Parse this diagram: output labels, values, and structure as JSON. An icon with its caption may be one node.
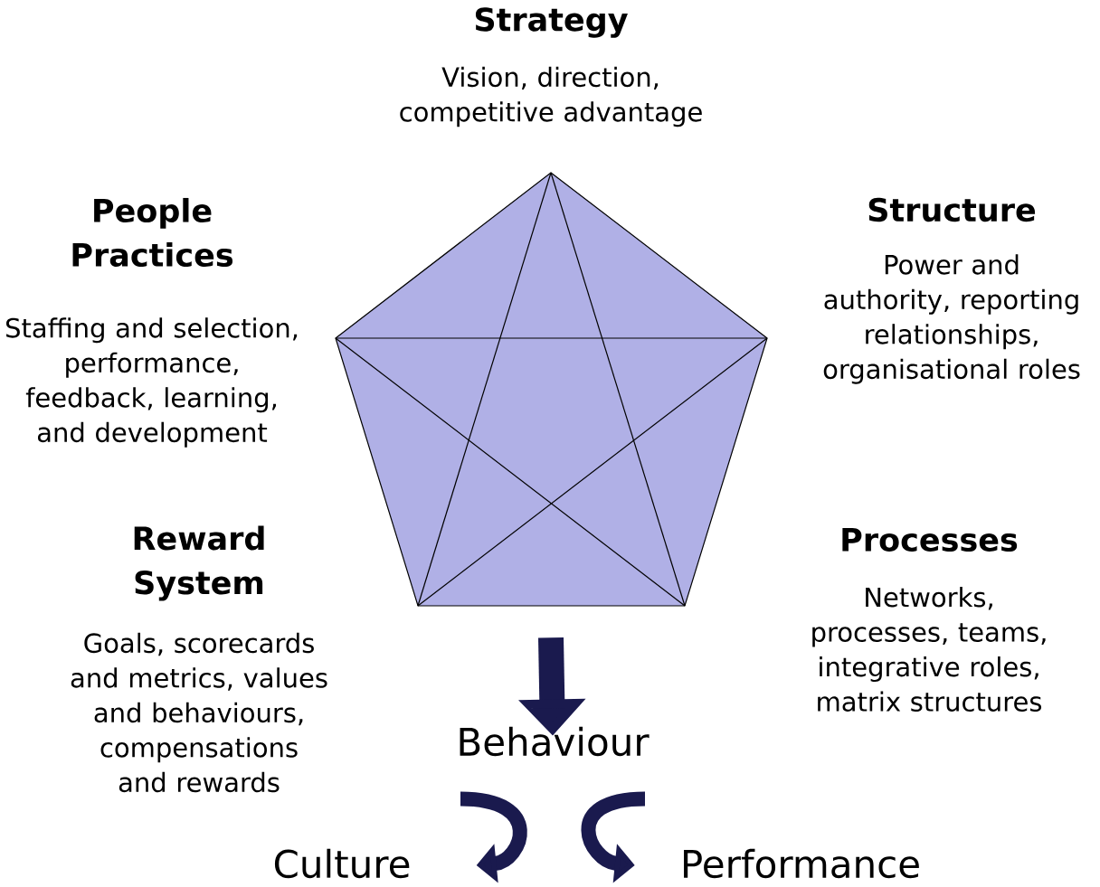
{
  "diagram": {
    "nodes": [
      {
        "text": [],
        "shape": "pentagon"
      },
      {
        "text": [
          "Behaviour"
        ]
      },
      {
        "text": [
          "Culture"
        ]
      },
      {
        "text": [
          "Performance"
        ]
      }
    ],
    "edges": [
      {
        "from": 0,
        "to": 1,
        "arrow": "to"
      },
      {
        "from": 1,
        "to": 2,
        "arrow": "to"
      },
      {
        "from": 1,
        "to": 3,
        "arrow": "to"
      }
    ],
    "labels": [
      "Strategy",
      "Vision, direction, competitive advantage",
      "People Practices",
      "Structure",
      "Staffing and selection, performance, feedback, learning, and development",
      "Power and authority, reporting relationships, organisational roles",
      "Reward System",
      "Processes",
      "Networks, processes, teams, integrative roles, matrix structures",
      "Goals, scorecards and metrics, values and behaviours, compensations and rewards"
    ]
  }
}
